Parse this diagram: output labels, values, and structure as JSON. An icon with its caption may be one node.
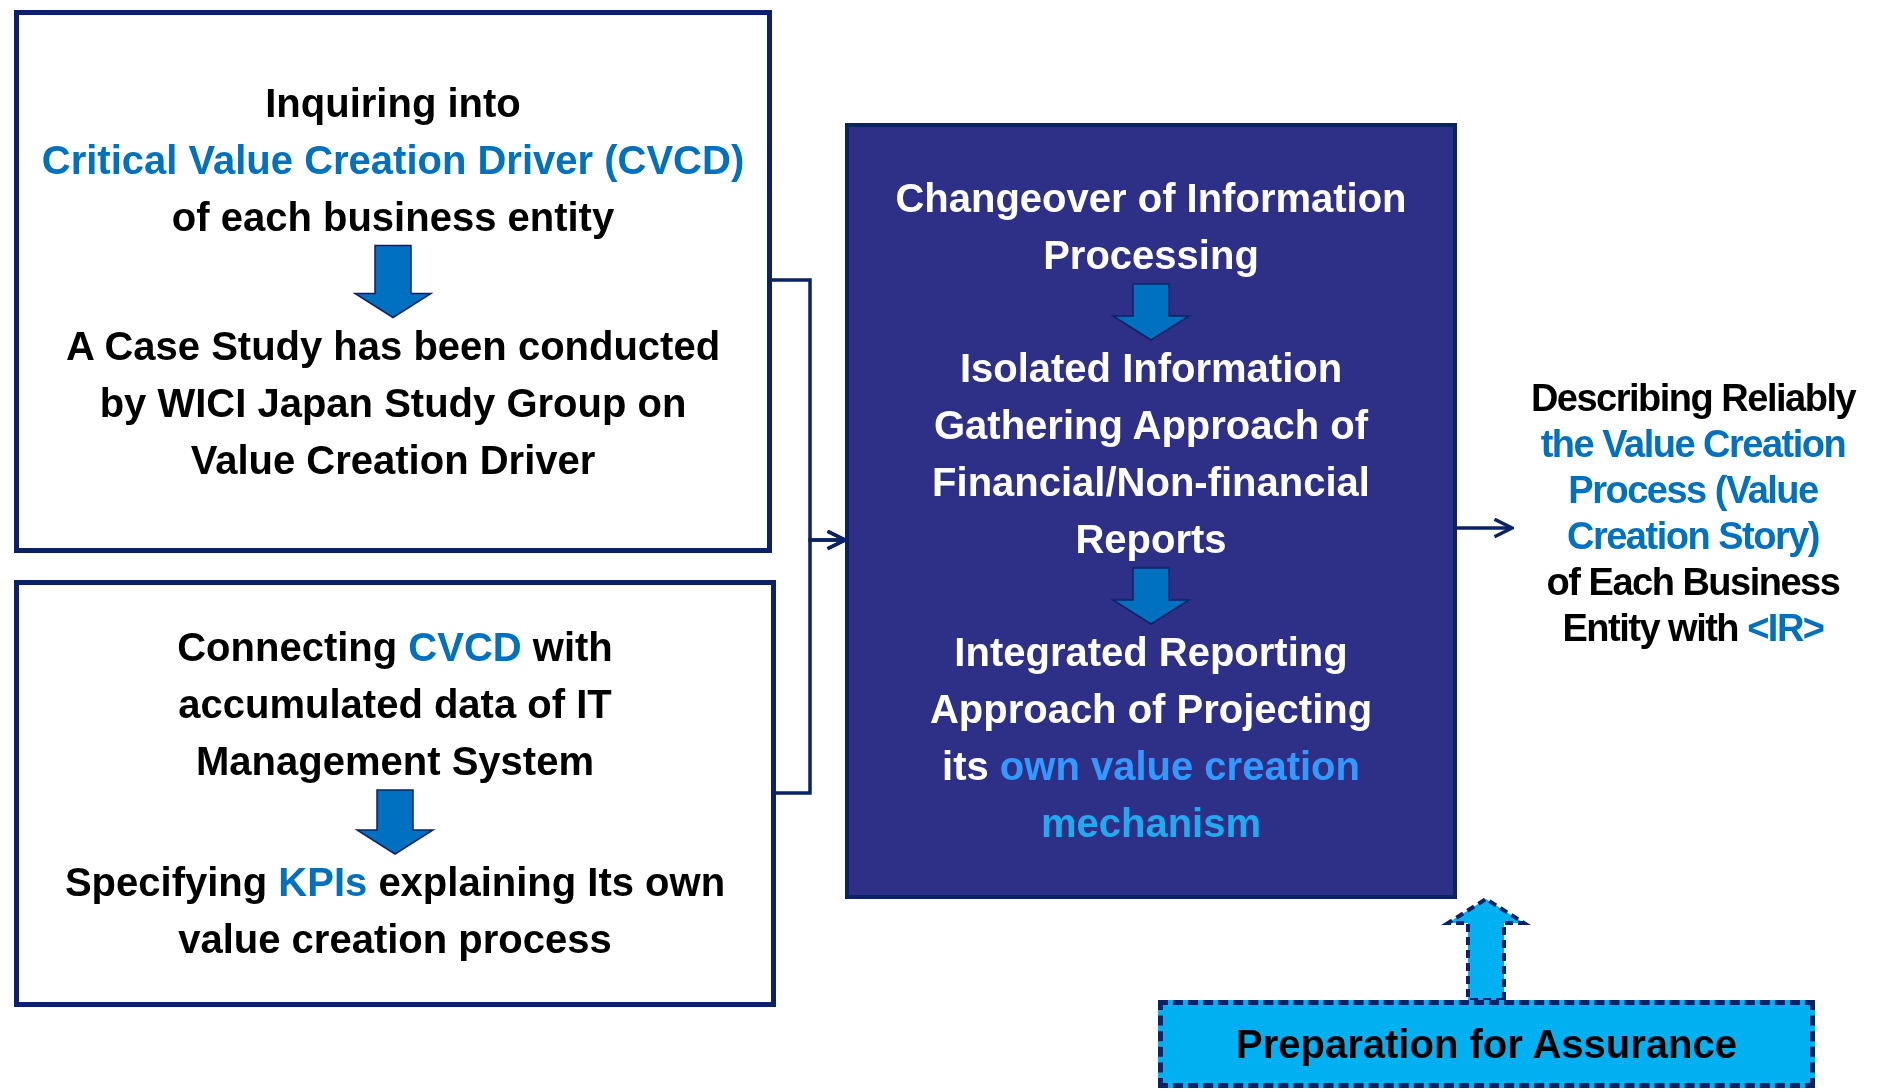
{
  "diagram": {
    "nodes": [
      {
        "text": [],
        "shape": "box"
      },
      {
        "text": [
          "Inquiring into",
          "Critical Value Creation Driver (CVCD)",
          "of each business entity"
        ],
        "in": 0
      },
      {
        "text": [
          "A Case Study has been conducted by WICI Japan Study Group on Value Creation Driver"
        ],
        "in": 0
      },
      {
        "text": [],
        "shape": "box"
      },
      {
        "text": [
          "Connecting",
          "CVCD",
          "with accumulated data of IT Management System"
        ],
        "in": 3
      },
      {
        "text": [
          "Specifying",
          "KPIs",
          "explaining Its own value creation process"
        ],
        "in": 3
      },
      {
        "text": [],
        "shape": "box"
      },
      {
        "text": [
          "Changeover of Information Processing"
        ],
        "in": 6
      },
      {
        "text": [
          "Isolated Information Gathering Approach of Financial/Non-financial Reports"
        ],
        "in": 6
      },
      {
        "text": [
          "Integrated Reporting Approach of Projecting its",
          "own value creation",
          "mechanism"
        ],
        "in": 6
      },
      {
        "text": [
          "Describing Reliably",
          "the Value Creation Process (Value Creation Story)",
          "of Each Business Entity with",
          "<IR>"
        ]
      },
      {
        "text": [
          "Preparation for Assurance"
        ]
      }
    ],
    "edges": [
      {
        "from": 1,
        "to": 2,
        "arrow": "to",
        "style": "thick",
        "color": "#0070c0"
      },
      {
        "from": 4,
        "to": 5,
        "arrow": "to",
        "style": "thick",
        "color": "#0070c0"
      },
      {
        "from": 7,
        "to": 8,
        "arrow": "to",
        "style": "thick",
        "color": "#0070c0"
      },
      {
        "from": 8,
        "to": 9,
        "arrow": "to",
        "style": "thick",
        "color": "#0070c0"
      },
      {
        "from": 0,
        "to": 6,
        "arrow": "to"
      },
      {
        "from": 3,
        "to": 6,
        "arrow": "to"
      },
      {
        "from": 6,
        "to": 10,
        "arrow": "to"
      },
      {
        "from": 11,
        "to": 6,
        "arrow": "to",
        "style": "dashed",
        "color": "#00b0f0"
      }
    ]
  }
}
